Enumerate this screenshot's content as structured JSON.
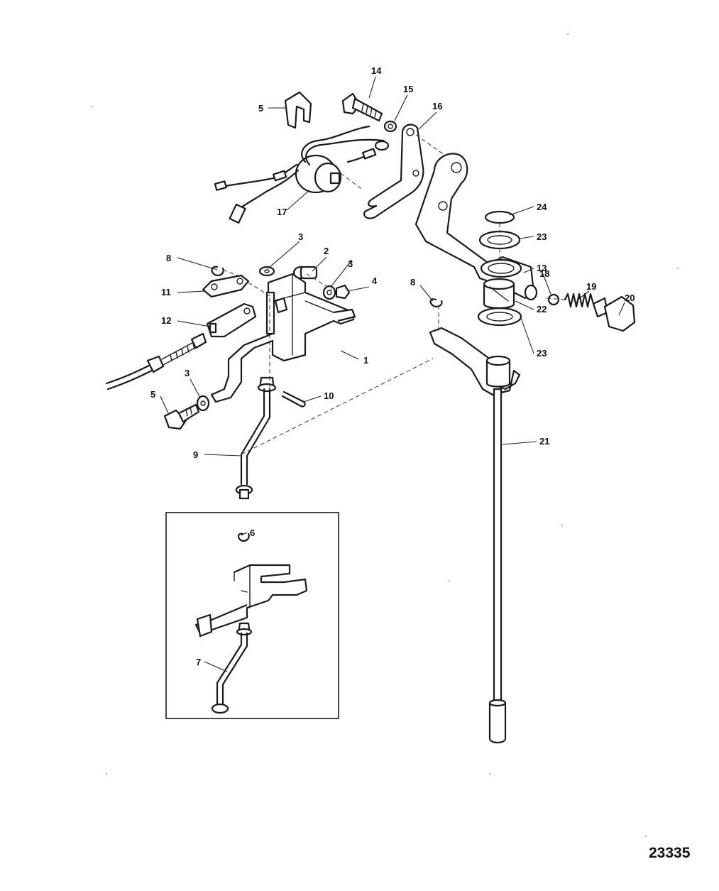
{
  "diagram_ref": "23335",
  "callouts": {
    "c1": "1",
    "c2": "2",
    "c3a": "3",
    "c3b": "3",
    "c3c": "3",
    "c4": "4",
    "c5a": "5",
    "c5b": "5",
    "c6": "6",
    "c7": "7",
    "c8a": "8",
    "c8b": "8",
    "c9": "9",
    "c10": "10",
    "c11": "11",
    "c12": "12",
    "c13": "13",
    "c14": "14",
    "c15": "15",
    "c16": "16",
    "c17": "17",
    "c18": "18",
    "c19": "19",
    "c20": "20",
    "c21": "21",
    "c22": "22",
    "c23a": "23",
    "c23b": "23",
    "c24": "24"
  }
}
